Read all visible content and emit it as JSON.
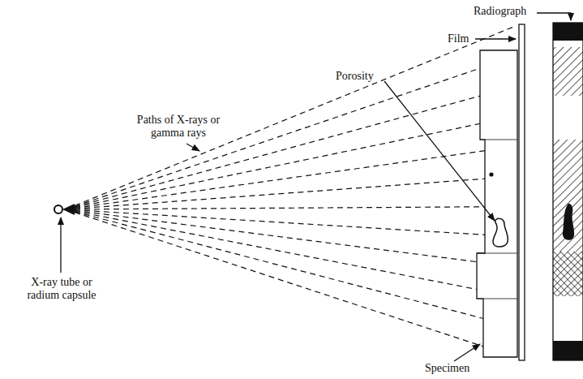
{
  "diagram": {
    "labels": [
      "Radiograph",
      "Film",
      "Porosity",
      "Paths of X-rays or gamma rays",
      "X-ray tube or radium capsule",
      "Specimen"
    ]
  }
}
